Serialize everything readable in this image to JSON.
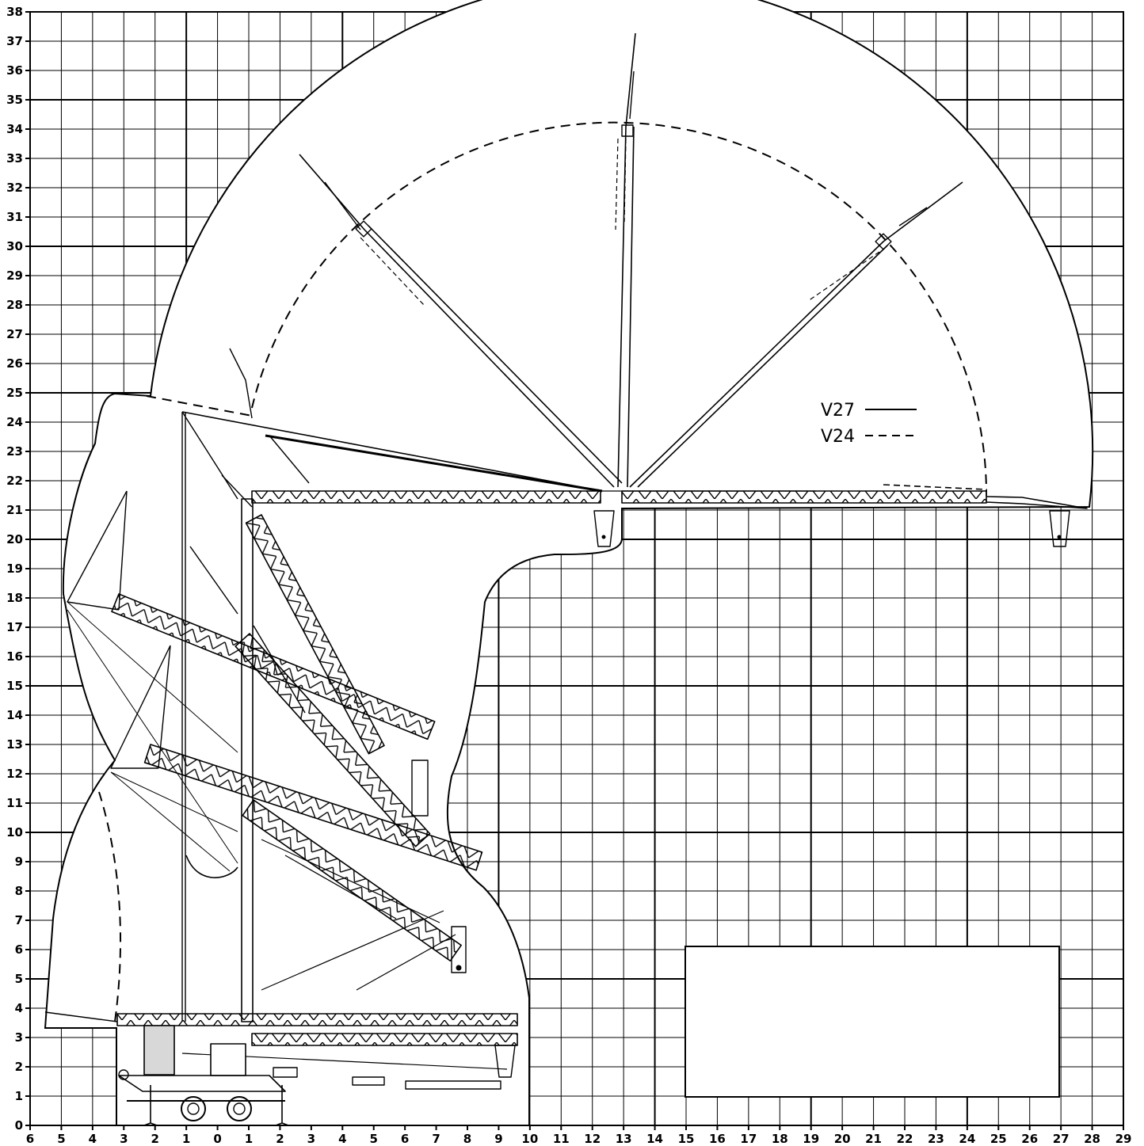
{
  "diagram": {
    "x_tick_labels": [
      "6",
      "5",
      "4",
      "3",
      "2",
      "1",
      "0",
      "1",
      "2",
      "3",
      "4",
      "5",
      "6",
      "7",
      "8",
      "9",
      "10",
      "11",
      "12",
      "13",
      "14",
      "15",
      "16",
      "17",
      "18",
      "19",
      "20",
      "21",
      "22",
      "23",
      "24",
      "25",
      "26",
      "27",
      "28",
      "29"
    ],
    "y_tick_labels": [
      "0",
      "1",
      "2",
      "3",
      "4",
      "5",
      "6",
      "7",
      "8",
      "9",
      "10",
      "11",
      "12",
      "13",
      "14",
      "15",
      "16",
      "17",
      "18",
      "19",
      "20",
      "21",
      "22",
      "23",
      "24",
      "25",
      "26",
      "27",
      "28",
      "29",
      "30",
      "31",
      "32",
      "33",
      "34",
      "35",
      "36",
      "37",
      "38"
    ],
    "legend": [
      {
        "label": "V27",
        "line_style": "solid"
      },
      {
        "label": "V24",
        "line_style": "dashed"
      }
    ],
    "colors": {
      "ink": "#000000",
      "paper": "#ffffff",
      "counterweight": "#d8d8d8"
    }
  }
}
